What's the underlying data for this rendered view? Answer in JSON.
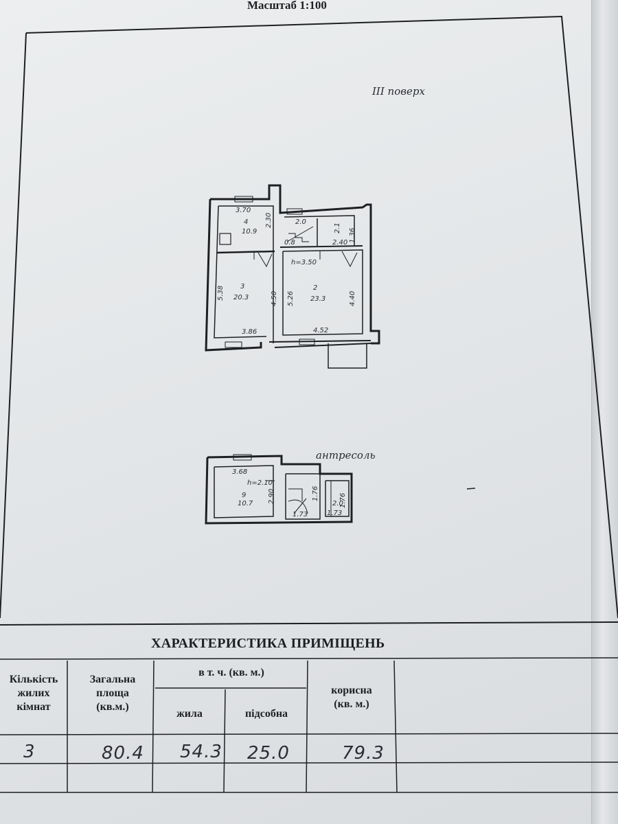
{
  "scale_label": "Масштаб   1:100",
  "floor_label": "III поверх",
  "mezzanine_label": "антресоль",
  "main_plan": {
    "ceiling_height": "h=3.50",
    "rooms": [
      {
        "number": "4",
        "area": "10.9"
      },
      {
        "number": "3",
        "area": "20.3"
      },
      {
        "number": "2",
        "area": "23.3"
      }
    ],
    "dimensions": [
      "3.70",
      "2.30",
      "2.0",
      "1.36",
      "2.40",
      "5.38",
      "4.50",
      "5.26",
      "4.40",
      "3.86",
      "4.52",
      "2.1",
      "0.8"
    ]
  },
  "mezzanine_plan": {
    "ceiling_height": "h=2.10",
    "rooms": [
      {
        "number": "9",
        "area": "10.7"
      }
    ],
    "dimensions": [
      "3.68",
      "2.90",
      "1.76",
      "2.0",
      "1.73",
      "1.73",
      "1.76"
    ]
  },
  "table": {
    "title": "ХАРАКТЕРИСТИКА ПРИМІЩЕНЬ",
    "headers": {
      "rooms_count": "Кількість\nжилих\nкімнат",
      "total_area": "Загальна\nплоща\n(кв.м.)",
      "incl": "в т. ч. (кв. м.)",
      "living": "жила",
      "auxiliary": "підсобна",
      "useful": "корисна\n(кв. м.)"
    },
    "row": {
      "rooms_count": "3",
      "total_area": "80.4",
      "living": "54.3",
      "auxiliary": "25.0",
      "useful": "79.3"
    }
  },
  "colors": {
    "paper": "#e6e8ea",
    "ink": "#1d1f22",
    "handwriting": "#2a2c30"
  }
}
